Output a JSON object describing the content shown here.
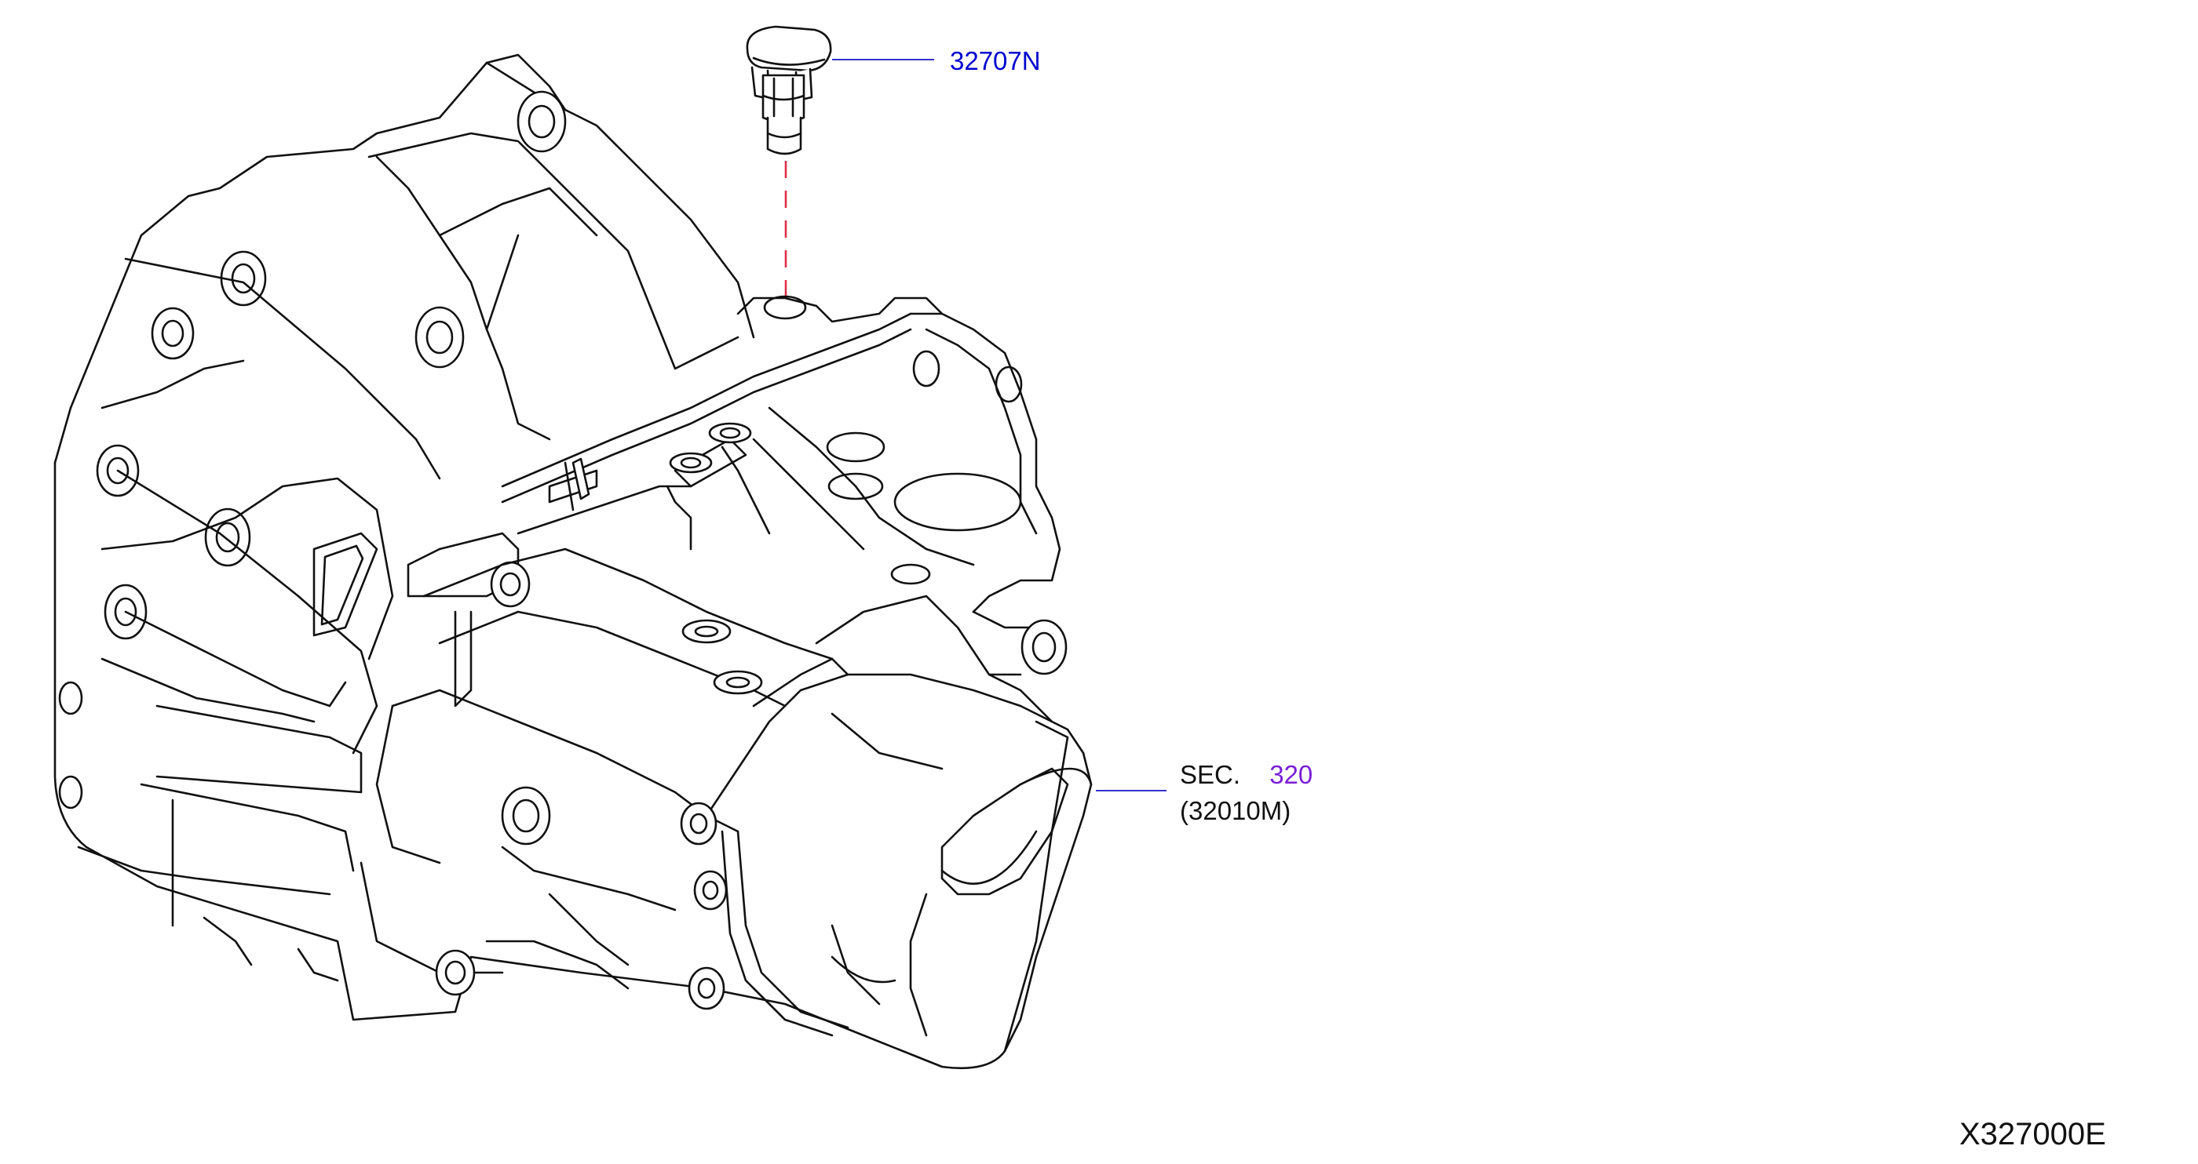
{
  "callouts": {
    "part_32707n": {
      "number": "32707N"
    },
    "transaxle": {
      "sec_prefix": "SEC.",
      "sec_number": "320",
      "part_ref": "(32010M)"
    }
  },
  "diagram_code": "X327000E",
  "colors": {
    "part_link": "#0000d0",
    "section_link": "#7a1fd6",
    "leader_line": "#3333cc",
    "dashed_line": "#e0304a",
    "drawing": "#111111",
    "text": "#111111"
  }
}
